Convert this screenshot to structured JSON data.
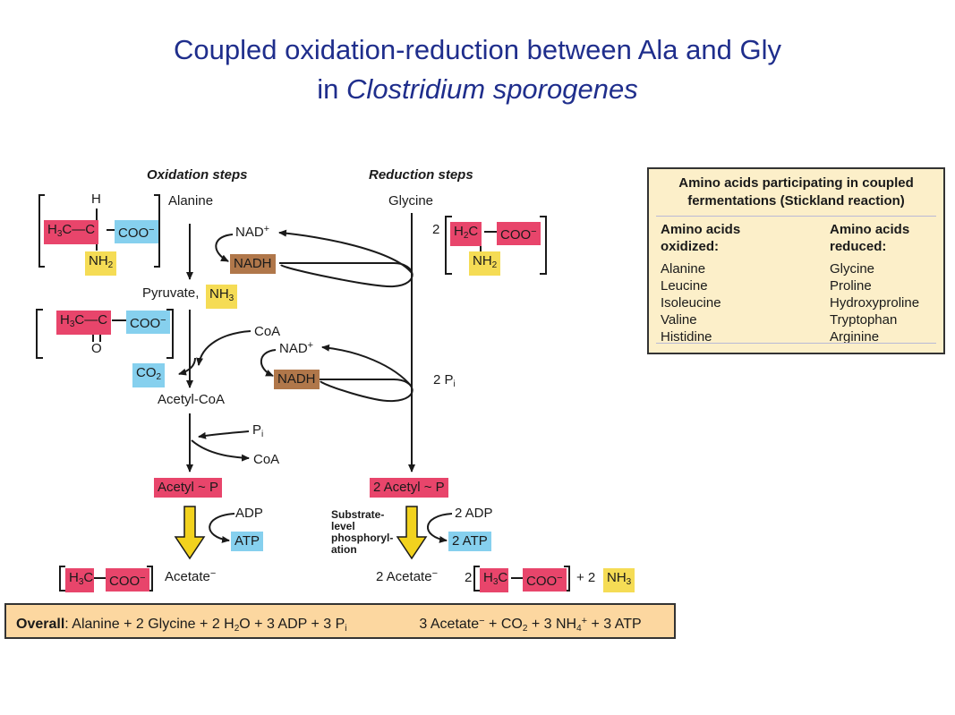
{
  "title": {
    "line1": "Coupled oxidation-reduction between Ala and Gly",
    "line2_prefix": "in ",
    "line2_italic": "Clostridium sporogenes"
  },
  "oxidation": {
    "header": "Oxidation steps",
    "alanine": "Alanine",
    "ala_h": "H",
    "ala_h3c": "H",
    "ala_c": "C",
    "ala_coo": "COO",
    "ala_nh2": "NH",
    "nad": "NAD",
    "nadh": "NADH",
    "pyruvate": "Pyruvate, ",
    "nh3": "NH",
    "pyr_h3c": "H",
    "pyr_c": "C",
    "pyr_coo": "COO",
    "pyr_o": "O",
    "coa_in": "CoA",
    "nad2": "NAD",
    "nadh2": "NADH",
    "co2": "CO",
    "acetyl_coa": "Acetyl-CoA",
    "pi": "P",
    "coa_out": "CoA",
    "acetyl_p": "Acetyl ~ P",
    "adp": "ADP",
    "atp": "ATP",
    "acetate": "Acetate",
    "acet_h3c": "H",
    "acet_coo": "COO"
  },
  "reduction": {
    "header": "Reduction steps",
    "glycine": "Glycine",
    "gly_coef": "2",
    "gly_h2c": "H",
    "gly_c": "C",
    "gly_coo": "COO",
    "gly_nh2": "NH",
    "two_pi": "2 P",
    "acetyl_p": "2 Acetyl ~ P",
    "substrate_level": "Substrate-level phosphoryl-ation",
    "adp": "2 ADP",
    "atp": "2 ATP",
    "acetate": "2 Acetate",
    "prod_coef": "2",
    "prod_h3c": "H",
    "prod_coo": "COO",
    "plus_nh3": "+  2",
    "nh3": "NH"
  },
  "table": {
    "title": "Amino acids participating in coupled fermentations (Stickland reaction)",
    "col1_header": "Amino acids oxidized:",
    "col2_header": "Amino acids reduced:",
    "oxidized": [
      "Alanine",
      "Leucine",
      "Isoleucine",
      "Valine",
      "Histidine"
    ],
    "reduced": [
      "Glycine",
      "Proline",
      "Hydroxyproline",
      "Tryptophan",
      "Arginine"
    ]
  },
  "overall": {
    "label": "Overall",
    "left1": ":  Alanine  +  2  Glycine  +  2 H",
    "left2": "O  +  3 ADP  +  3 P",
    "right1": "3 Acetate",
    "right2": "  +  CO",
    "right3": "  +  3 NH",
    "right4": "  +  3 ATP"
  },
  "colors": {
    "title": "#1f2e8c",
    "red_box": "#e8456b",
    "cyan_box": "#86d0ee",
    "yellow_box": "#f5dc55",
    "brown_box": "#b0774a",
    "table_bg": "#fcefc9",
    "overall_bg": "#fcd7a0",
    "big_arrow": "#f2d21e"
  }
}
